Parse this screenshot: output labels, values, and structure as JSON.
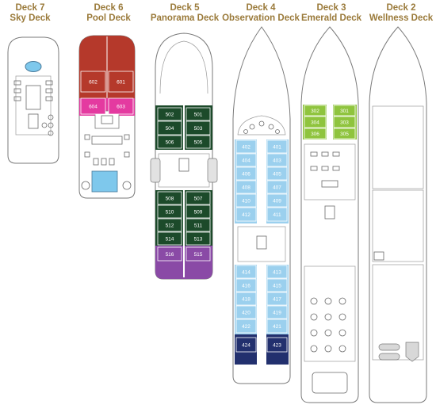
{
  "colors": {
    "title": "#9a7a3a",
    "red": "#b5392b",
    "magenta": "#e43aa0",
    "darkgreen": "#1c4a2a",
    "purple": "#8a4aa6",
    "lightblue": "#9bd0ee",
    "navy": "#22306e",
    "lime": "#8fc43e",
    "pool": "#7ec8ec"
  },
  "decks": [
    {
      "key": "deck7",
      "num": "Deck 7",
      "name": "Sky Deck",
      "zones": [],
      "cabins": []
    },
    {
      "key": "deck6",
      "num": "Deck 6",
      "name": "Pool Deck",
      "zones": [
        {
          "name": "deck6-red-zone",
          "color": "red"
        },
        {
          "name": "deck6-magenta-zone",
          "color": "magenta"
        }
      ],
      "cabins": [
        {
          "id": "602",
          "color": "red"
        },
        {
          "id": "601",
          "color": "red"
        },
        {
          "id": "604",
          "color": "magenta"
        },
        {
          "id": "603",
          "color": "magenta"
        }
      ]
    },
    {
      "key": "deck5",
      "num": "Deck 5",
      "name": "Panorama Deck",
      "zones": [
        {
          "name": "deck5-green-zone",
          "color": "darkgreen"
        },
        {
          "name": "deck5-purple-zone",
          "color": "purple"
        }
      ],
      "cabins": [
        {
          "id": "502",
          "color": "darkgreen"
        },
        {
          "id": "501",
          "color": "darkgreen"
        },
        {
          "id": "504",
          "color": "darkgreen"
        },
        {
          "id": "503",
          "color": "darkgreen"
        },
        {
          "id": "506",
          "color": "darkgreen"
        },
        {
          "id": "505",
          "color": "darkgreen"
        },
        {
          "id": "508",
          "color": "darkgreen"
        },
        {
          "id": "507",
          "color": "darkgreen"
        },
        {
          "id": "510",
          "color": "darkgreen"
        },
        {
          "id": "509",
          "color": "darkgreen"
        },
        {
          "id": "512",
          "color": "darkgreen"
        },
        {
          "id": "511",
          "color": "darkgreen"
        },
        {
          "id": "514",
          "color": "darkgreen"
        },
        {
          "id": "513",
          "color": "darkgreen"
        },
        {
          "id": "516",
          "color": "purple"
        },
        {
          "id": "515",
          "color": "purple"
        }
      ]
    },
    {
      "key": "deck4",
      "num": "Deck 4",
      "name": "Observation Deck",
      "zones": [],
      "cabins": [
        {
          "id": "402",
          "color": "lightblue"
        },
        {
          "id": "401",
          "color": "lightblue"
        },
        {
          "id": "404",
          "color": "lightblue"
        },
        {
          "id": "403",
          "color": "lightblue"
        },
        {
          "id": "406",
          "color": "lightblue"
        },
        {
          "id": "405",
          "color": "lightblue"
        },
        {
          "id": "408",
          "color": "lightblue"
        },
        {
          "id": "407",
          "color": "lightblue"
        },
        {
          "id": "410",
          "color": "lightblue"
        },
        {
          "id": "409",
          "color": "lightblue"
        },
        {
          "id": "412",
          "color": "lightblue"
        },
        {
          "id": "411",
          "color": "lightblue"
        },
        {
          "id": "414",
          "color": "lightblue"
        },
        {
          "id": "413",
          "color": "lightblue"
        },
        {
          "id": "416",
          "color": "lightblue"
        },
        {
          "id": "415",
          "color": "lightblue"
        },
        {
          "id": "418",
          "color": "lightblue"
        },
        {
          "id": "417",
          "color": "lightblue"
        },
        {
          "id": "420",
          "color": "lightblue"
        },
        {
          "id": "419",
          "color": "lightblue"
        },
        {
          "id": "422",
          "color": "lightblue"
        },
        {
          "id": "421",
          "color": "lightblue"
        },
        {
          "id": "424",
          "color": "navy"
        },
        {
          "id": "423",
          "color": "navy"
        }
      ]
    },
    {
      "key": "deck3",
      "num": "Deck 3",
      "name": "Emerald Deck",
      "zones": [],
      "cabins": [
        {
          "id": "302",
          "color": "lime"
        },
        {
          "id": "301",
          "color": "lime"
        },
        {
          "id": "304",
          "color": "lime"
        },
        {
          "id": "303",
          "color": "lime"
        },
        {
          "id": "306",
          "color": "lime"
        },
        {
          "id": "305",
          "color": "lime"
        }
      ]
    },
    {
      "key": "deck2",
      "num": "Deck 2",
      "name": "Wellness Deck",
      "zones": [],
      "cabins": []
    }
  ]
}
